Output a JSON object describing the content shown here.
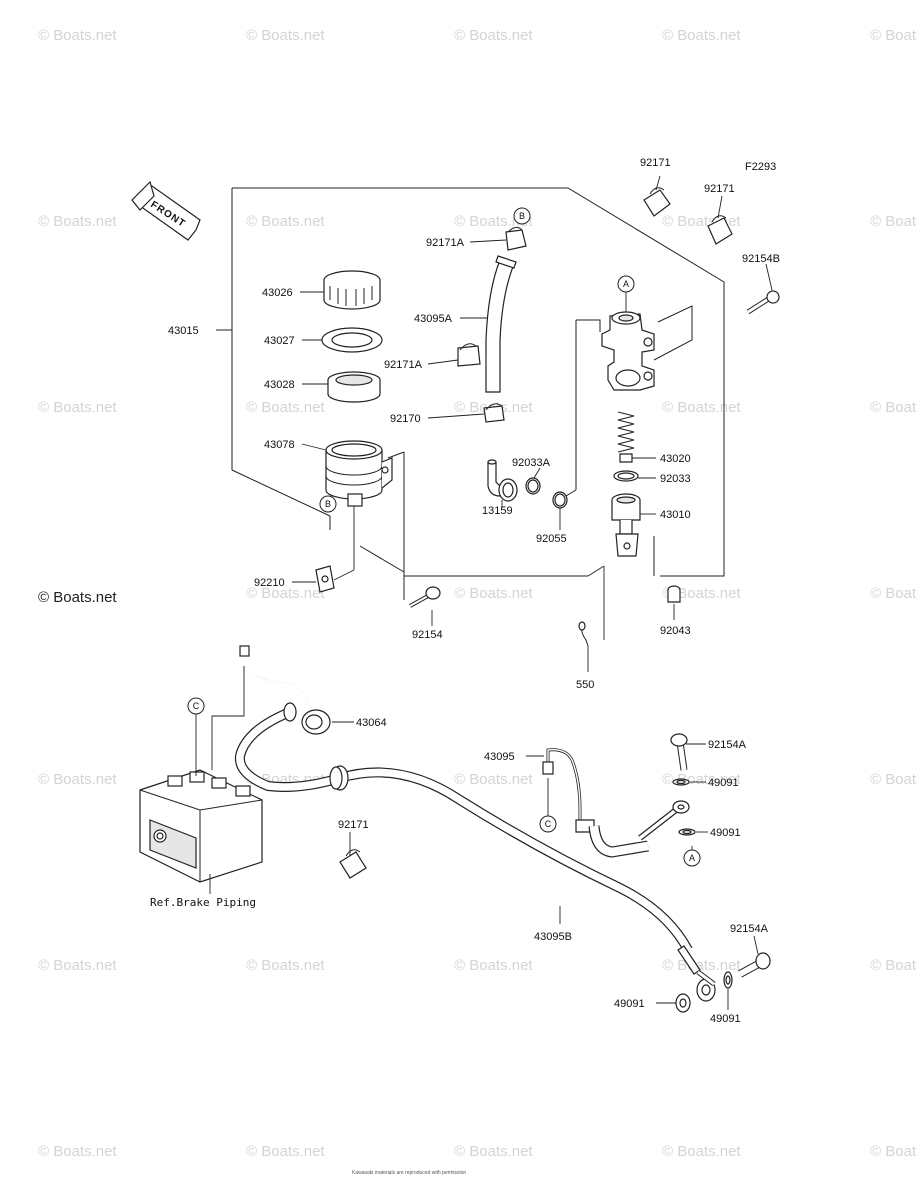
{
  "figure_code": "F2293",
  "front_label": "FRONT",
  "watermark": "© Boats.net",
  "footer_text": "Kawasaki materials are reproduced with permission",
  "callouts": [
    "A",
    "B",
    "C"
  ],
  "ref_label": "Ref.Brake Piping",
  "parts": {
    "p43015": "43015",
    "p43026": "43026",
    "p43027": "43027",
    "p43028": "43028",
    "p43078": "43078",
    "p92210": "92210",
    "p92154": "92154",
    "p92171A_1": "92171A",
    "p43095A": "43095A",
    "p92171A_2": "92171A",
    "p92170": "92170",
    "p92033A": "92033A",
    "p13159": "13159",
    "p92055": "92055",
    "p92171_1": "92171",
    "p92171_2": "92171",
    "p92154B": "92154B",
    "p43020": "43020",
    "p92033": "92033",
    "p43010": "43010",
    "p92043": "92043",
    "p550": "550",
    "p43064": "43064",
    "p43095": "43095",
    "p92154A_1": "92154A",
    "p49091_1": "49091",
    "p49091_2": "49091",
    "p92171_3": "92171",
    "p43095B": "43095B",
    "p92154A_2": "92154A",
    "p49091_3": "49091",
    "p49091_4": "49091"
  }
}
